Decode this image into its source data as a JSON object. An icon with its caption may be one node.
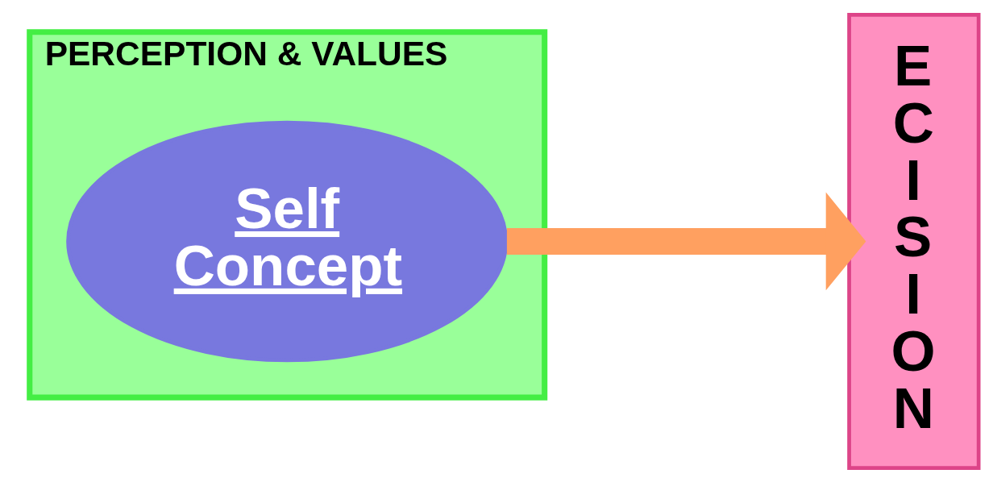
{
  "diagram": {
    "nodes": [
      {
        "text": [
          "PERCEPTION & VALUES"
        ]
      },
      {
        "text": [
          "Self Concept"
        ],
        "in": 0
      },
      {
        "text": [
          "E C I S I O N"
        ]
      }
    ],
    "edges": [
      {
        "from": 1,
        "to": 2,
        "arrow": "to",
        "color": "#ffa060"
      }
    ]
  }
}
